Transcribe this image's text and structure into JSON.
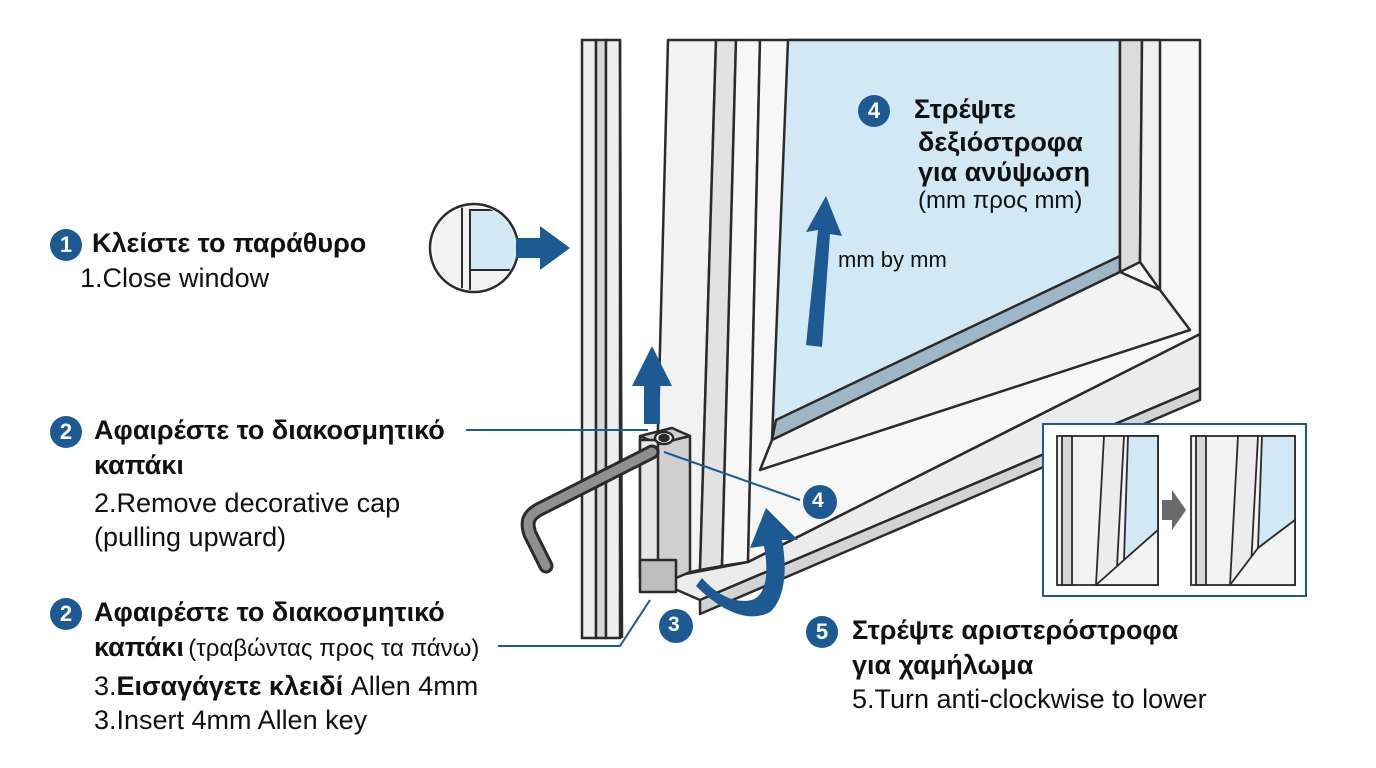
{
  "steps": {
    "step1": {
      "badge": "1",
      "title_gr": "Κλείστε το παράθυρο",
      "title_en": "1.Close window"
    },
    "step2a": {
      "badge": "2",
      "title_gr_line1": "Αφαιρέστε το διακοσμητικό",
      "title_gr_line2": "καπάκι",
      "text_en_line1": "2.Remove decorative cap",
      "text_en_line2": "(pulling upward)"
    },
    "step2b": {
      "badge": "2",
      "title_gr_line1": "Αφαιρέστε το διακοσμητικό",
      "title_gr_line2": "καπάκι",
      "title_gr_note": "(τραβώντας προς τα πάνω)",
      "line3_prefix": "3.",
      "line3_bold": "Εισαγάγετε κλειδί",
      "line3_rest": "Allen 4mm",
      "line4": "3.Insert 4mm Allen key"
    },
    "step4": {
      "badge": "4",
      "title_gr_line1": "Στρέψτε",
      "title_gr_line2": "δεξιόστροφα",
      "title_gr_line3": "για ανύψωση",
      "note_gr": "(mm προς mm)",
      "arrow_label": "mm by mm"
    },
    "step5": {
      "badge": "5",
      "title_gr_line1": "Στρέψτε αριστερόστροφα",
      "title_gr_line2": "για χαμήλωμα",
      "text_en": "5.Turn anti-clockwise to lower"
    }
  },
  "callouts": {
    "hinge_badge": "4",
    "key_badge": "3"
  },
  "colors": {
    "accent_blue": "#1d5a93",
    "glass": "#cfe6f4",
    "frame": "#f2f2f2",
    "outline": "#2b2b2b",
    "metal": "#c9c9c9"
  },
  "icons": [
    "arrow-right-icon",
    "arrow-up-icon",
    "arrow-curved-icon",
    "allen-key-icon",
    "hinge-icon",
    "magnifier-inset-icon"
  ]
}
